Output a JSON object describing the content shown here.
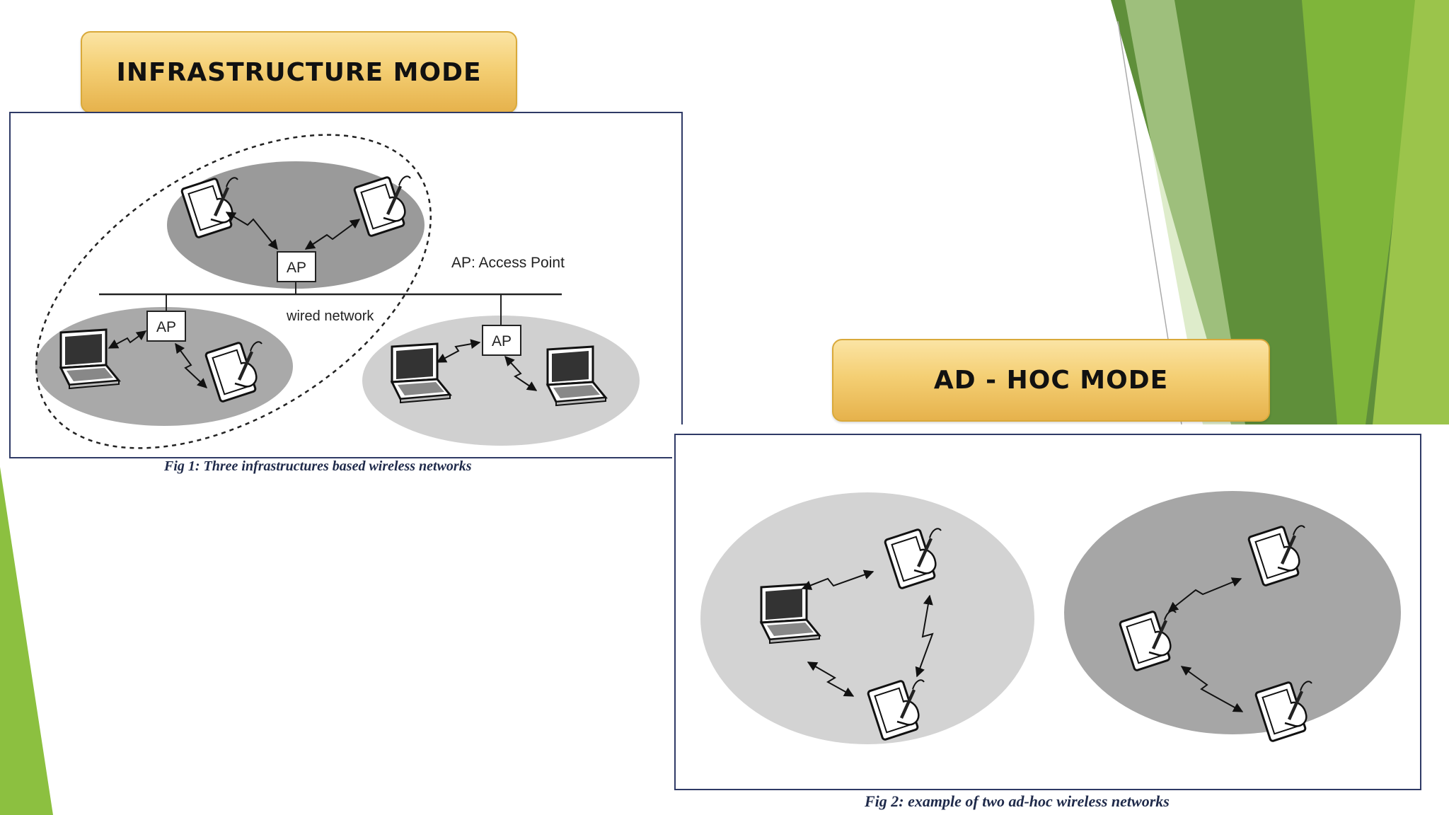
{
  "slide": {
    "infrastructure": {
      "heading": "INFRASTRUCTURE MODE",
      "caption": "Fig 1: Three infrastructures based wireless networks",
      "ap_label": "AP",
      "legend": "AP: Access Point",
      "wired_label": "wired network"
    },
    "adhoc": {
      "heading": "AD - HOC MODE",
      "caption": "Fig 2: example of two ad-hoc wireless networks"
    }
  },
  "colors": {
    "green_dark": "#5f8f3a",
    "green_mid": "#78ad3d",
    "green_light": "#9bc44b",
    "banner_gold": "#f4cf74",
    "ellipse_dark": "#9a9a9a",
    "ellipse_light": "#d0d0d0",
    "frame_border": "#2f3a66"
  },
  "icons": [
    "pda-icon",
    "laptop-icon",
    "access-point-icon",
    "wireless-link-icon"
  ]
}
